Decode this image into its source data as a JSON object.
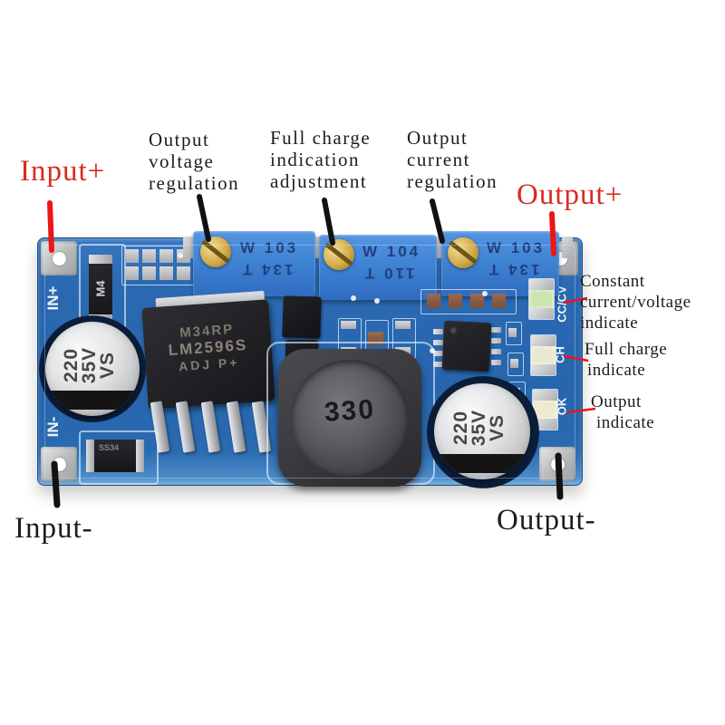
{
  "annotations": {
    "input_plus": "Input+",
    "output_plus": "Output+",
    "input_minus": "Input-",
    "output_minus": "Output-",
    "output_voltage_regulation": {
      "line1": "Output",
      "line2": "voltage",
      "line3": "regulation"
    },
    "full_charge_indication_adjustment": {
      "line1": "Full charge",
      "line2": "indication",
      "line3": "adjustment"
    },
    "output_current_regulation": {
      "line1": "Output",
      "line2": "current",
      "line3": "regulation"
    },
    "constant_current_voltage_indicate": {
      "line1": "Constant",
      "line2": "current/voltage",
      "line3": "indicate"
    },
    "full_charge_indicate": {
      "line1": "Full charge",
      "line2": "indicate"
    },
    "output_indicate": {
      "line1": "Output",
      "line2": "indicate"
    }
  },
  "board": {
    "silkscreen": {
      "in_plus": "IN+",
      "in_minus": "IN-",
      "cc_cv": "CC/CV",
      "ch": "CH",
      "ok": "OK"
    },
    "components": {
      "input_diode_marking": "M4",
      "schottky_diode_marking": "SS34",
      "regulator_ic": {
        "line1": "M34RP",
        "line2": "LM2596S",
        "line3": "ADJ P+"
      },
      "inductor_marking": "330",
      "input_capacitor": {
        "line1": "220",
        "line2": "35V",
        "line3": "VS"
      },
      "output_capacitor": {
        "line1": "220",
        "line2": "35V",
        "line3": "VS"
      },
      "trimmer_voltage": {
        "row1": "W 103",
        "row2": "134 T"
      },
      "trimmer_full_charge": {
        "row1": "W 104",
        "row2": "110 T"
      },
      "trimmer_current": {
        "row1": "W 103",
        "row2": "134 T"
      }
    }
  },
  "colors": {
    "annotation_red": "#d92a21",
    "annotation_black": "#1c1c1c",
    "pcb_blue": "#2a6ab0",
    "trimmer_blue": "#3f83d3",
    "screw_gold": "#d3ab48",
    "pointer_red": "#ee1515",
    "pointer_black": "#111111",
    "led_green": "#cde3b0"
  }
}
